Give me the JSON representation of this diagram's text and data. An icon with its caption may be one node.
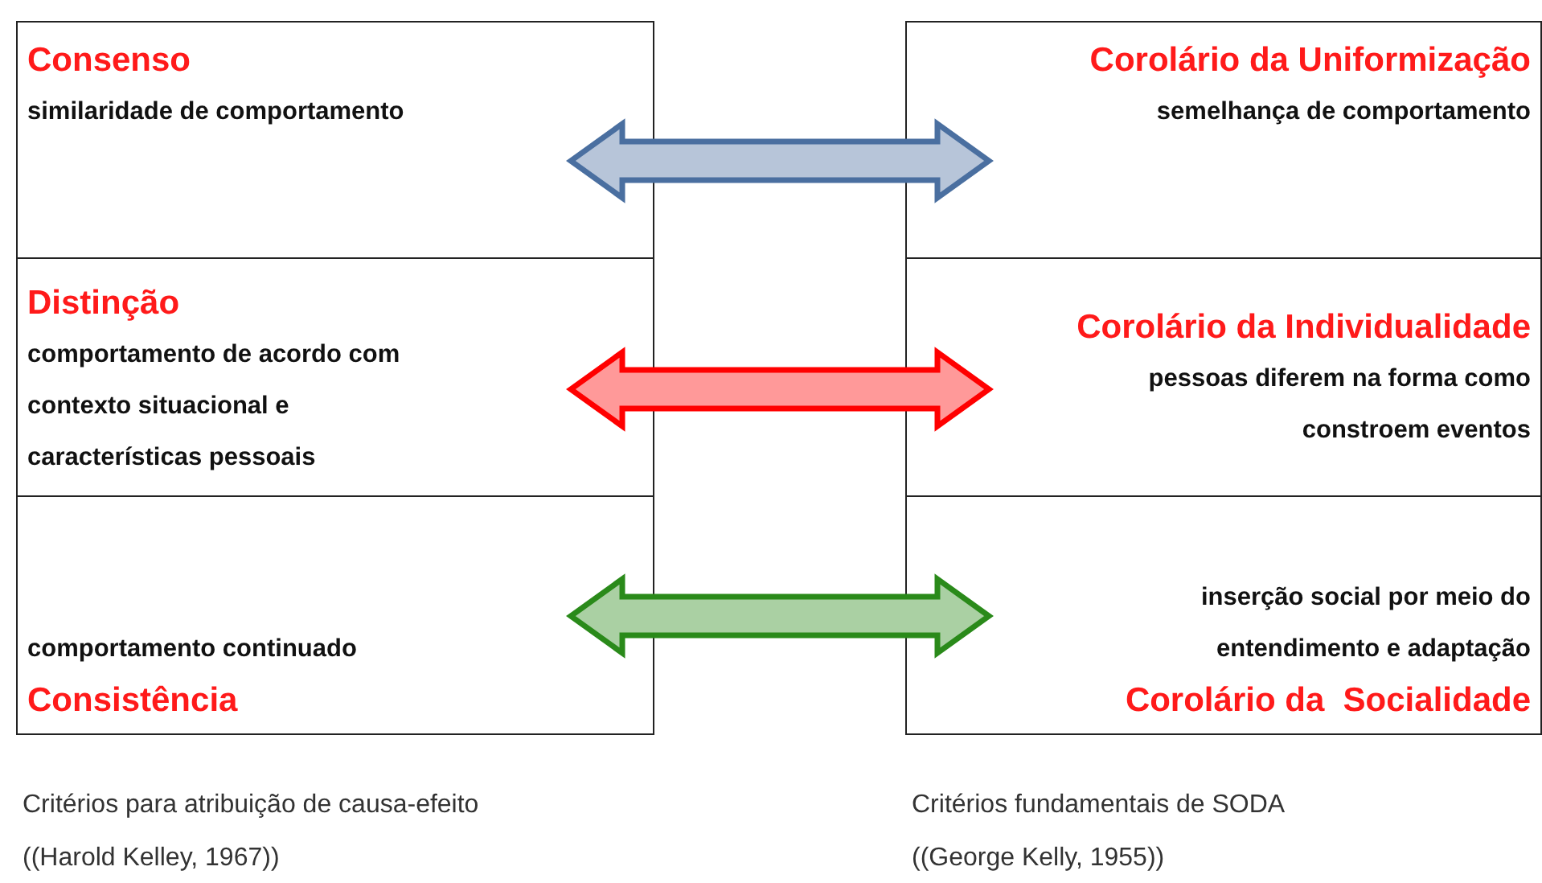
{
  "diagram": {
    "nodes": [
      {
        "text": [
          "Consenso",
          "similaridade de comportamento"
        ]
      },
      {
        "text": [
          "Corolário da Uniformização",
          "semelhança de comportamento"
        ]
      },
      {
        "text": [
          "Distinção",
          "comportamento de acordo com contexto situacional e características pessoais"
        ]
      },
      {
        "text": [
          "Corolário da Individualidade",
          "pessoas diferem na forma como constroem eventos"
        ]
      },
      {
        "text": [
          "comportamento continuado",
          "Consistência"
        ]
      },
      {
        "text": [
          "inserção social por meio do entendimento e adaptação",
          "Corolário da  Socialidade"
        ]
      }
    ],
    "edges": [
      {
        "from": 0,
        "to": 1,
        "arrow": "both",
        "color": "#4a6fa0"
      },
      {
        "from": 2,
        "to": 3,
        "arrow": "both",
        "color": "#ff0000"
      },
      {
        "from": 4,
        "to": 5,
        "arrow": "both",
        "color": "#2a8a1a"
      }
    ],
    "labels": [
      "Critérios para atribuição de causa-efeito",
      "Critérios fundamentais de SODA",
      "((Harold Kelley, 1967))",
      "((George Kelly, 1955))"
    ]
  }
}
